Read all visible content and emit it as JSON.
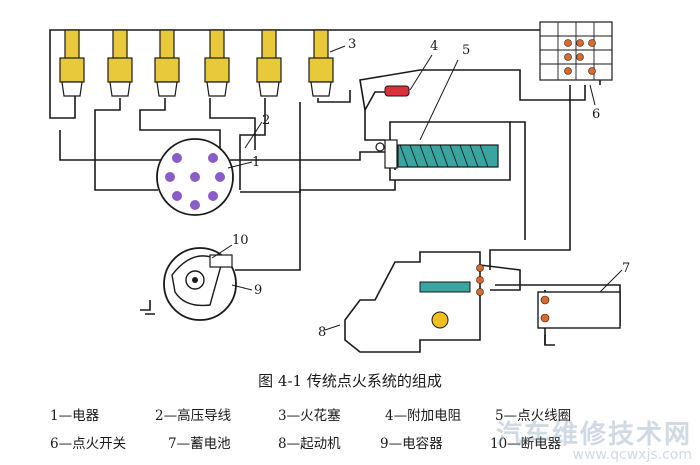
{
  "figure": {
    "caption": "图 4-1    传统点火系统的组成"
  },
  "callouts": [
    "1",
    "2",
    "3",
    "4",
    "5",
    "6",
    "7",
    "8",
    "9",
    "10"
  ],
  "legend": {
    "row1": [
      "1—电器",
      "2—高压导线",
      "3—火花塞",
      "4—附加电阻",
      "5—点火线圈"
    ],
    "row2": [
      "6—点火开关",
      "7—蓄电池",
      "8—起动机",
      "9—电容器",
      "10—断电器"
    ]
  },
  "watermark": {
    "cn": "汽车维修技术网",
    "url": "www.qcwxjs.com"
  },
  "colors": {
    "line": "#1a1a1a",
    "plug": "#e8c93a",
    "rotor_dot": "#8a5cc7",
    "resistor": "#d9303a",
    "coil": "#3aa5a0",
    "terminal": "#d96a2a",
    "relay_pin": "#f0c020"
  }
}
